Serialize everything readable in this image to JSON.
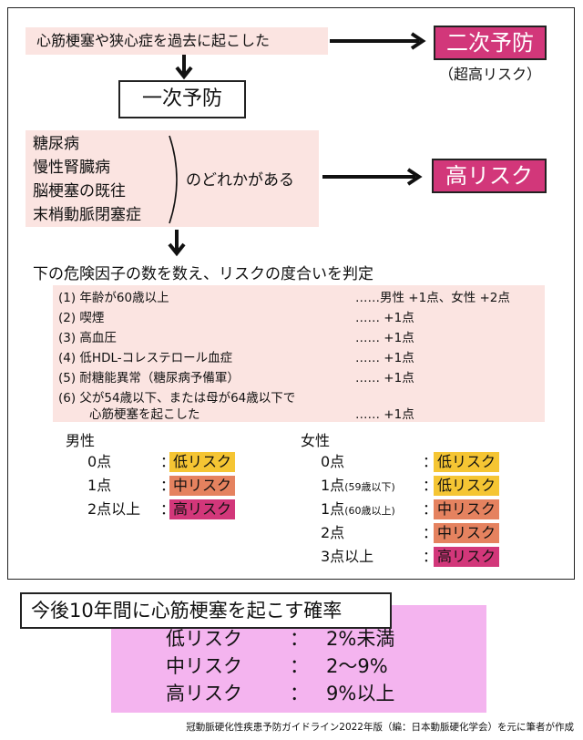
{
  "start_condition": "心筋梗塞や狭心症を過去に起こした",
  "secondary": {
    "label": "二次予防",
    "sub": "（超高リスク）"
  },
  "primary": {
    "label": "一次予防"
  },
  "conditions": [
    "糖尿病",
    "慢性腎臓病",
    "脳梗塞の既往",
    "末梢動脈閉塞症"
  ],
  "conditions_suffix": "のどれかがある",
  "high_risk_badge": "高リスク",
  "factor_instruction": "下の危険因子の数を数え、リスクの度合いを判定",
  "factors": [
    {
      "label": "(1) 年齢が60歳以上",
      "points": "……男性 +1点、女性 +2点"
    },
    {
      "label": "(2) 喫煙",
      "points": "…… +1点"
    },
    {
      "label": "(3) 高血圧",
      "points": "…… +1点"
    },
    {
      "label": "(4) 低HDL-コレステロール血症",
      "points": "…… +1点"
    },
    {
      "label": "(5) 耐糖能異常（糖尿病予備軍）",
      "points": "…… +1点"
    },
    {
      "label": "(6) 父が54歳以下、または母が64歳以下で",
      "label2": "心筋梗塞を起こした",
      "points": "…… +1点"
    }
  ],
  "male": {
    "title": "男性",
    "rows": [
      {
        "points": "0点",
        "sub": "",
        "tier": "低リスク",
        "level": "low"
      },
      {
        "points": "1点",
        "sub": "",
        "tier": "中リスク",
        "level": "mid"
      },
      {
        "points": "2点以上",
        "sub": "",
        "tier": "高リスク",
        "level": "high"
      }
    ]
  },
  "female": {
    "title": "女性",
    "rows": [
      {
        "points": "0点",
        "sub": "",
        "tier": "低リスク",
        "level": "low"
      },
      {
        "points": "1点",
        "sub": "(59歳以下)",
        "tier": "低リスク",
        "level": "low"
      },
      {
        "points": "1点",
        "sub": "(60歳以上)",
        "tier": "中リスク",
        "level": "mid"
      },
      {
        "points": "2点",
        "sub": "",
        "tier": "中リスク",
        "level": "mid"
      },
      {
        "points": "3点以上",
        "sub": "",
        "tier": "高リスク",
        "level": "high"
      }
    ]
  },
  "separator": "：",
  "probability": {
    "title": "今後10年間に心筋梗塞を起こす確率",
    "rows": [
      {
        "tier": "低リスク",
        "colon": "：",
        "value": "2%未満"
      },
      {
        "tier": "中リスク",
        "colon": "：",
        "value": "2〜9%"
      },
      {
        "tier": "高リスク",
        "colon": "：",
        "value": "9%以上"
      }
    ]
  },
  "source": "冠動脈硬化性疾患予防ガイドライン2022年版（編：日本動脈硬化学会）を元に筆者が作成",
  "colors": {
    "low": "#f5c533",
    "mid": "#e5825f",
    "high": "#d2377a",
    "pink_bg": "#fbe4e1",
    "prob_bg": "#f4b4ef"
  }
}
